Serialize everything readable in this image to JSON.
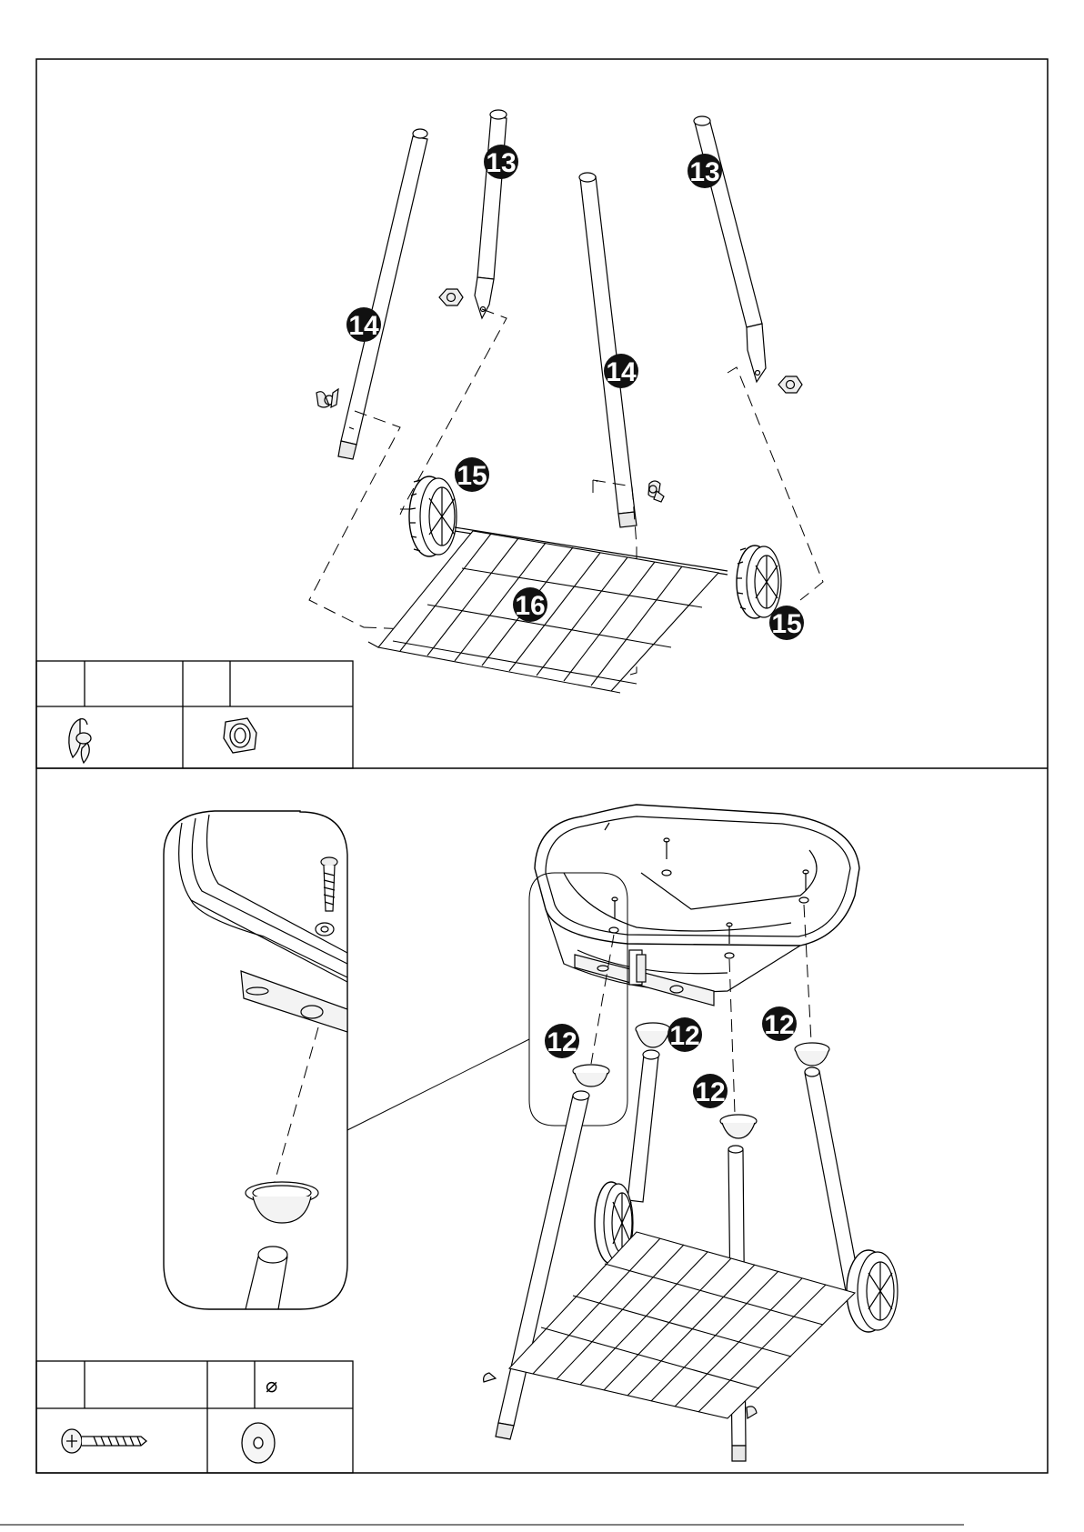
{
  "page": {
    "background": "#ffffff",
    "line_color": "#000000",
    "fill_light": "#f2f2f2"
  },
  "callouts": [
    "14",
    "13",
    "14",
    "13",
    "15",
    "16",
    "15",
    "12",
    "12",
    "12",
    "12"
  ],
  "hardware_tables": [
    {
      "items": [
        {
          "icon": "wing-nut-icon"
        },
        {
          "icon": "hex-nut-icon"
        }
      ]
    },
    {
      "items": [
        {
          "icon": "screw-icon"
        },
        {
          "icon": "washer-icon",
          "header_symbol": "⌀"
        }
      ]
    }
  ]
}
